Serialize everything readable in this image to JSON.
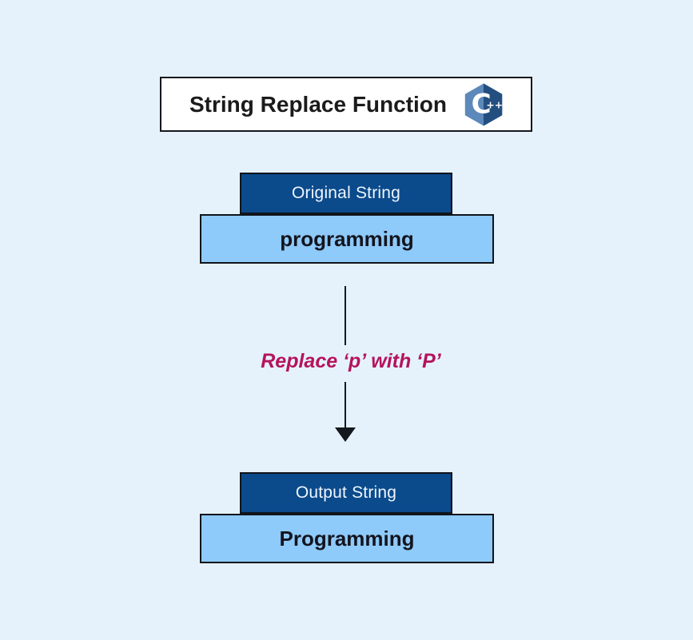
{
  "diagram": {
    "title_bar": {
      "label": "String Replace Function",
      "logo": "cpp-logo"
    },
    "original": {
      "tab_label": "Original String",
      "value": "programming"
    },
    "transform": {
      "label": "Replace ‘p’ with ‘P’"
    },
    "output": {
      "tab_label": "Output String",
      "value": "Programming"
    }
  },
  "colors": {
    "background": "#e5f2fc",
    "title_box_bg": "#ffffff",
    "tab_bg": "#0b4a8b",
    "tab_text": "#eef6ff",
    "body_bg": "#8ecafa",
    "body_text": "#14141e",
    "border": "#10141a",
    "arrow": "#15181d",
    "transform_text": "#b5135d",
    "logo_light_blue": "#5d89ba",
    "logo_dark_blue": "#234f80"
  }
}
